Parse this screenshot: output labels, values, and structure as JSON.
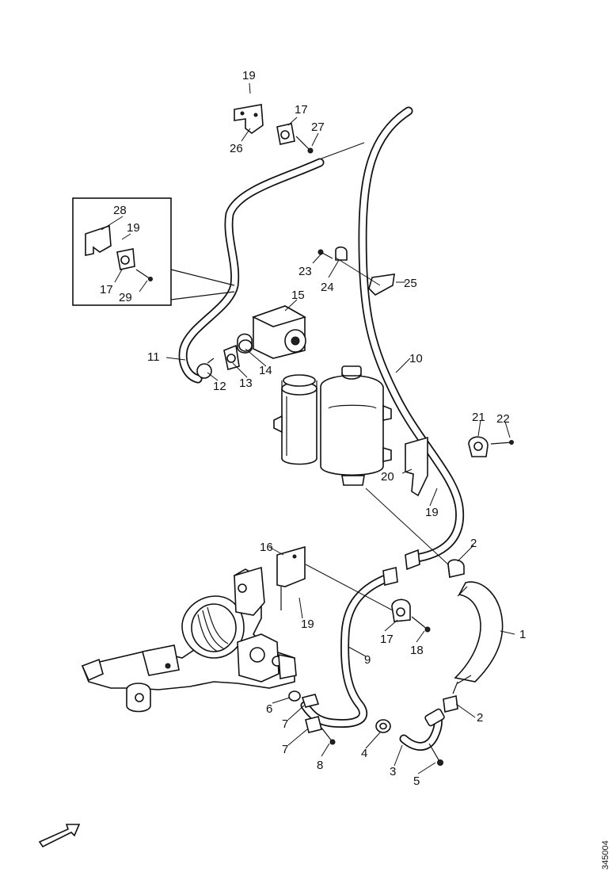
{
  "diagram": {
    "reference_code": "345004",
    "callouts": {
      "c1": "1",
      "c2a": "2",
      "c2b": "2",
      "c3": "3",
      "c4": "4",
      "c5": "5",
      "c6": "6",
      "c7a": "7",
      "c7b": "7",
      "c8": "8",
      "c9": "9",
      "c10": "10",
      "c11": "11",
      "c12": "12",
      "c13": "13",
      "c14": "14",
      "c15": "15",
      "c16": "16",
      "c17a": "17",
      "c17b": "17",
      "c17c": "17",
      "c18": "18",
      "c19a": "19",
      "c19b": "19",
      "c19c": "19",
      "c19d": "19",
      "c20": "20",
      "c21": "21",
      "c22": "22",
      "c23": "23",
      "c24": "24",
      "c25": "25",
      "c26": "26",
      "c27": "27",
      "c28": "28",
      "c29": "29"
    }
  },
  "icons": {
    "direction": "front-direction-arrow-icon"
  }
}
